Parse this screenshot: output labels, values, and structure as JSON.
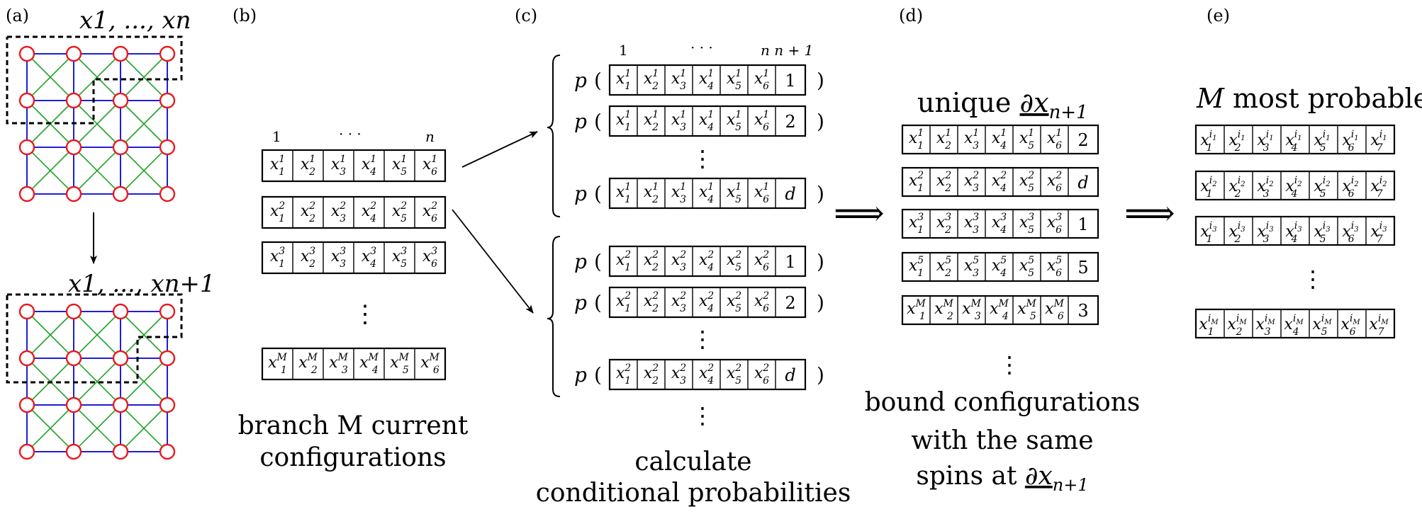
{
  "panels": {
    "a": {
      "label": "(a)",
      "top_label": "x1, ..., xn",
      "bottom_label": "x1, ..., xn+1",
      "colors": {
        "node": "#e8191f",
        "lattice": "#1f1fd6",
        "diagonal": "#22a32a",
        "boundary": "#000000"
      }
    },
    "b": {
      "label": "(b)",
      "index_first": "1",
      "index_dots": "· · ·",
      "index_last": "n",
      "rows": [
        {
          "cells": [
            "x11",
            "x21",
            "x31",
            "x41",
            "x51",
            "x61"
          ]
        },
        {
          "cells": [
            "x12",
            "x22",
            "x32",
            "x42",
            "x52",
            "x62"
          ]
        },
        {
          "cells": [
            "x13",
            "x23",
            "x33",
            "x43",
            "x53",
            "x63"
          ]
        },
        {
          "cells": [
            "x1M",
            "x2M",
            "x3M",
            "x4M",
            "x5M",
            "x6M"
          ]
        }
      ],
      "vdots": "⋮",
      "caption_line1": "branch M current",
      "caption_line2": "configurations"
    },
    "c": {
      "label": "(c)",
      "index_first": "1",
      "index_dots": "· · ·",
      "index_last": "n n + 1",
      "p_label": "p",
      "group1": {
        "sup": "1",
        "extras": [
          "1",
          "2",
          "d"
        ]
      },
      "group2": {
        "sup": "2",
        "extras": [
          "1",
          "2",
          "d"
        ]
      },
      "vdots": "⋮",
      "caption_line1": "calculate",
      "caption_line2": "conditional probabilities"
    },
    "d": {
      "label": "(d)",
      "title_prefix": "unique ",
      "title_sym": "∂x",
      "title_sub": "n+1",
      "rows": [
        {
          "sup": "1",
          "extra": "2"
        },
        {
          "sup": "2",
          "extra": "d"
        },
        {
          "sup": "3",
          "extra": "1"
        },
        {
          "sup": "5",
          "extra": "5"
        },
        {
          "sup": "M",
          "extra": "3"
        }
      ],
      "vdots": "⋮",
      "caption_line1": "bound configurations",
      "caption_line2": "with the same",
      "caption_line3_prefix": "spins at ",
      "caption_sym": "∂x",
      "caption_sub": "n+1"
    },
    "e": {
      "label": "(e)",
      "title_M": "M",
      "title_rest": " most probable",
      "rows": [
        {
          "sup": "i",
          "supsub": "1"
        },
        {
          "sup": "i",
          "supsub": "2"
        },
        {
          "sup": "i",
          "supsub": "3"
        },
        {
          "sup": "i",
          "supsub": "M"
        }
      ],
      "vdots": "⋮"
    },
    "implies": "⟹"
  }
}
